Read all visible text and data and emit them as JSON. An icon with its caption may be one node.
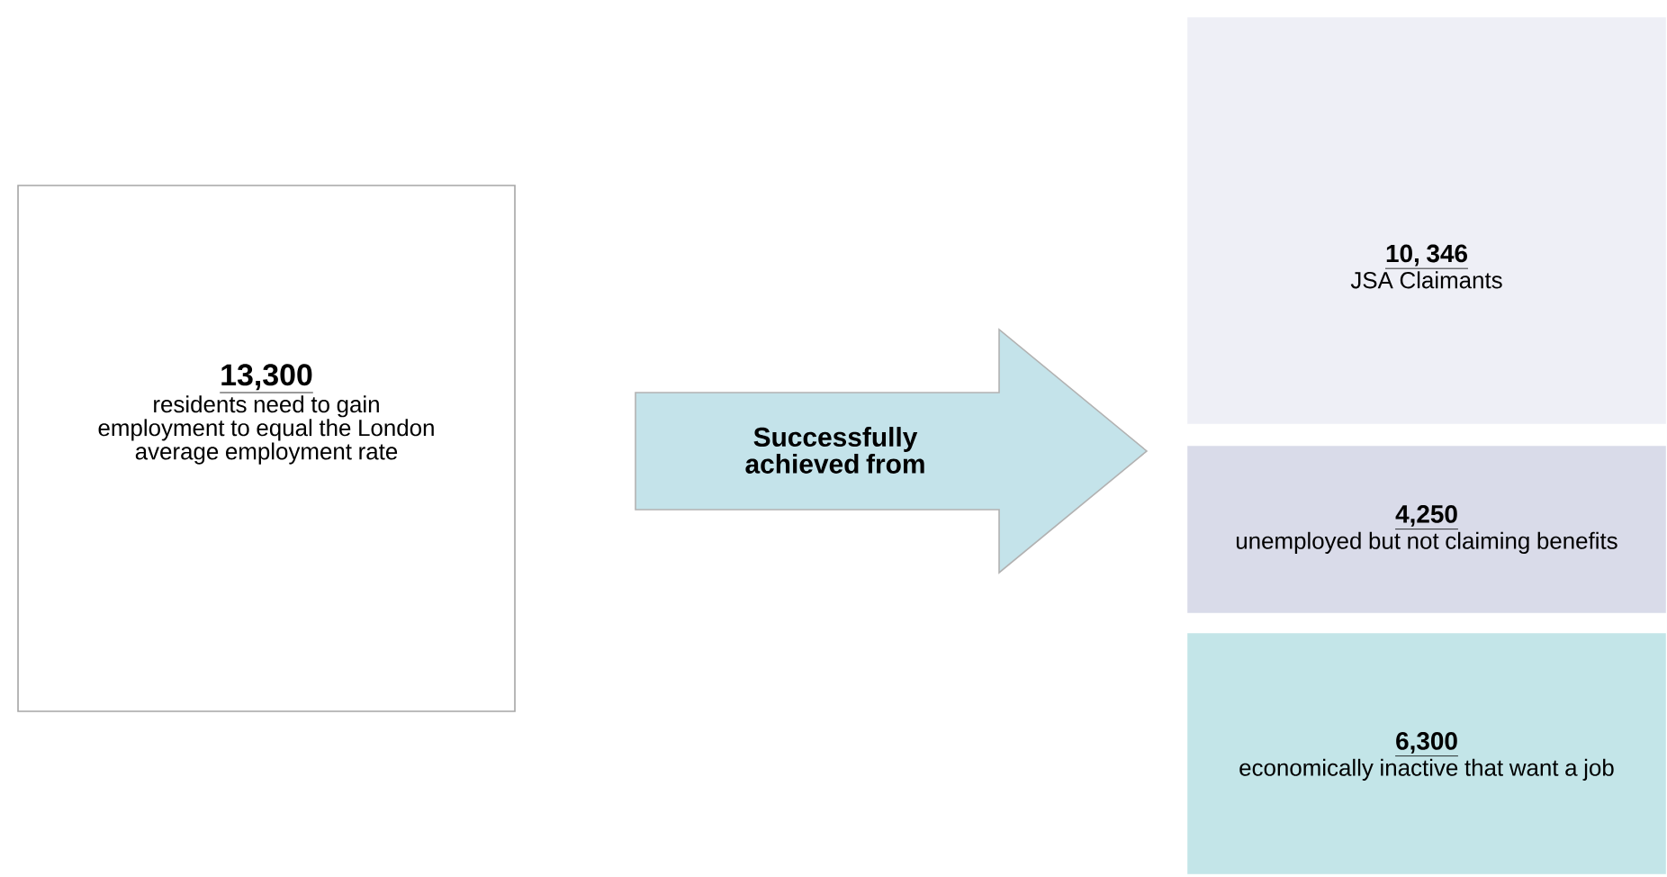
{
  "diagram": {
    "nodes": [
      {
        "text": [
          "13,300",
          "residents need to gain employment to equal the London average employment rate"
        ]
      },
      {
        "text": [
          "Successfully achieved from"
        ]
      },
      {
        "text": [
          "10, 346",
          "JSA Claimants"
        ]
      },
      {
        "text": [
          "4,250",
          "unemployed but not claiming benefits"
        ]
      },
      {
        "text": [
          "6,300",
          "economically inactive that want a job"
        ]
      }
    ]
  }
}
